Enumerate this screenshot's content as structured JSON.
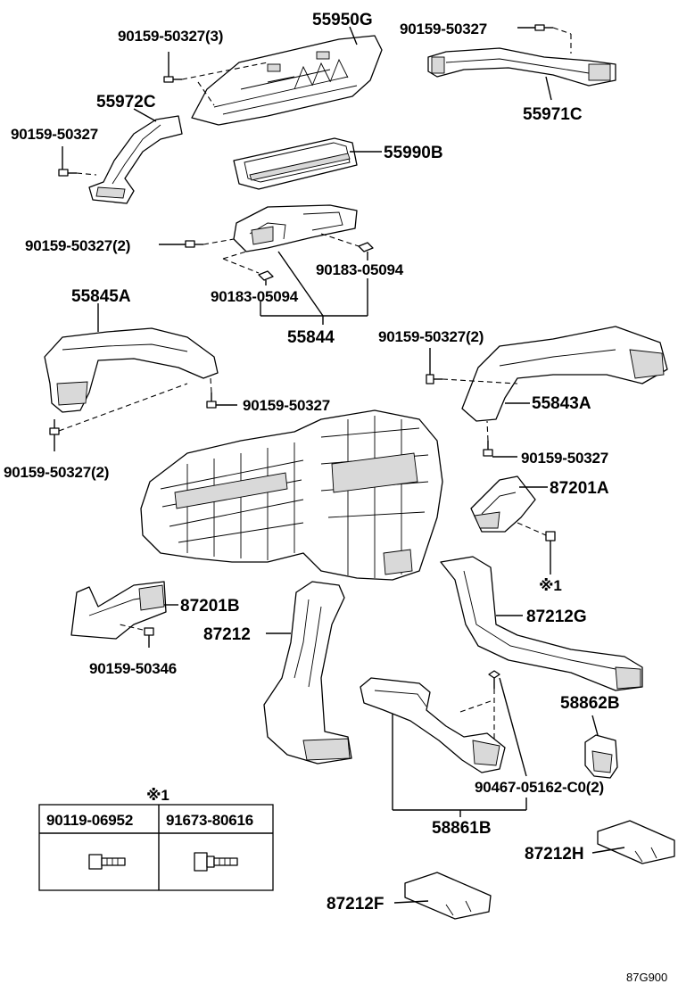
{
  "diagram_code": "87G900",
  "labels": {
    "p55950G": "55950G",
    "p90159_50327_3": "90159-50327(3)",
    "p90159_50327_tr": "90159-50327",
    "p55971C": "55971C",
    "p55972C": "55972C",
    "p90159_50327_l": "90159-50327",
    "p55990B": "55990B",
    "p90159_50327_2a": "90159-50327(2)",
    "p90183_05094_r": "90183-05094",
    "p90183_05094_l": "90183-05094",
    "p55844": "55844",
    "p55845A": "55845A",
    "p90159_50327_2b": "90159-50327(2)",
    "p90159_50327_m": "90159-50327",
    "p55843A": "55843A",
    "p90159_50327_bl": "90159-50327(2)",
    "p90159_50327_r2": "90159-50327",
    "p87201A": "87201A",
    "note_mark": "※1",
    "p87201B": "87201B",
    "p87212G": "87212G",
    "p87212": "87212",
    "p90159_50346": "90159-50346",
    "p58862B": "58862B",
    "p90467": "90467-05162-C0(2)",
    "p58861B": "58861B",
    "p87212H": "87212H",
    "p87212F": "87212F"
  },
  "table": {
    "mark": "※1",
    "col1": "90119-06952",
    "col2": "91673-80616"
  }
}
